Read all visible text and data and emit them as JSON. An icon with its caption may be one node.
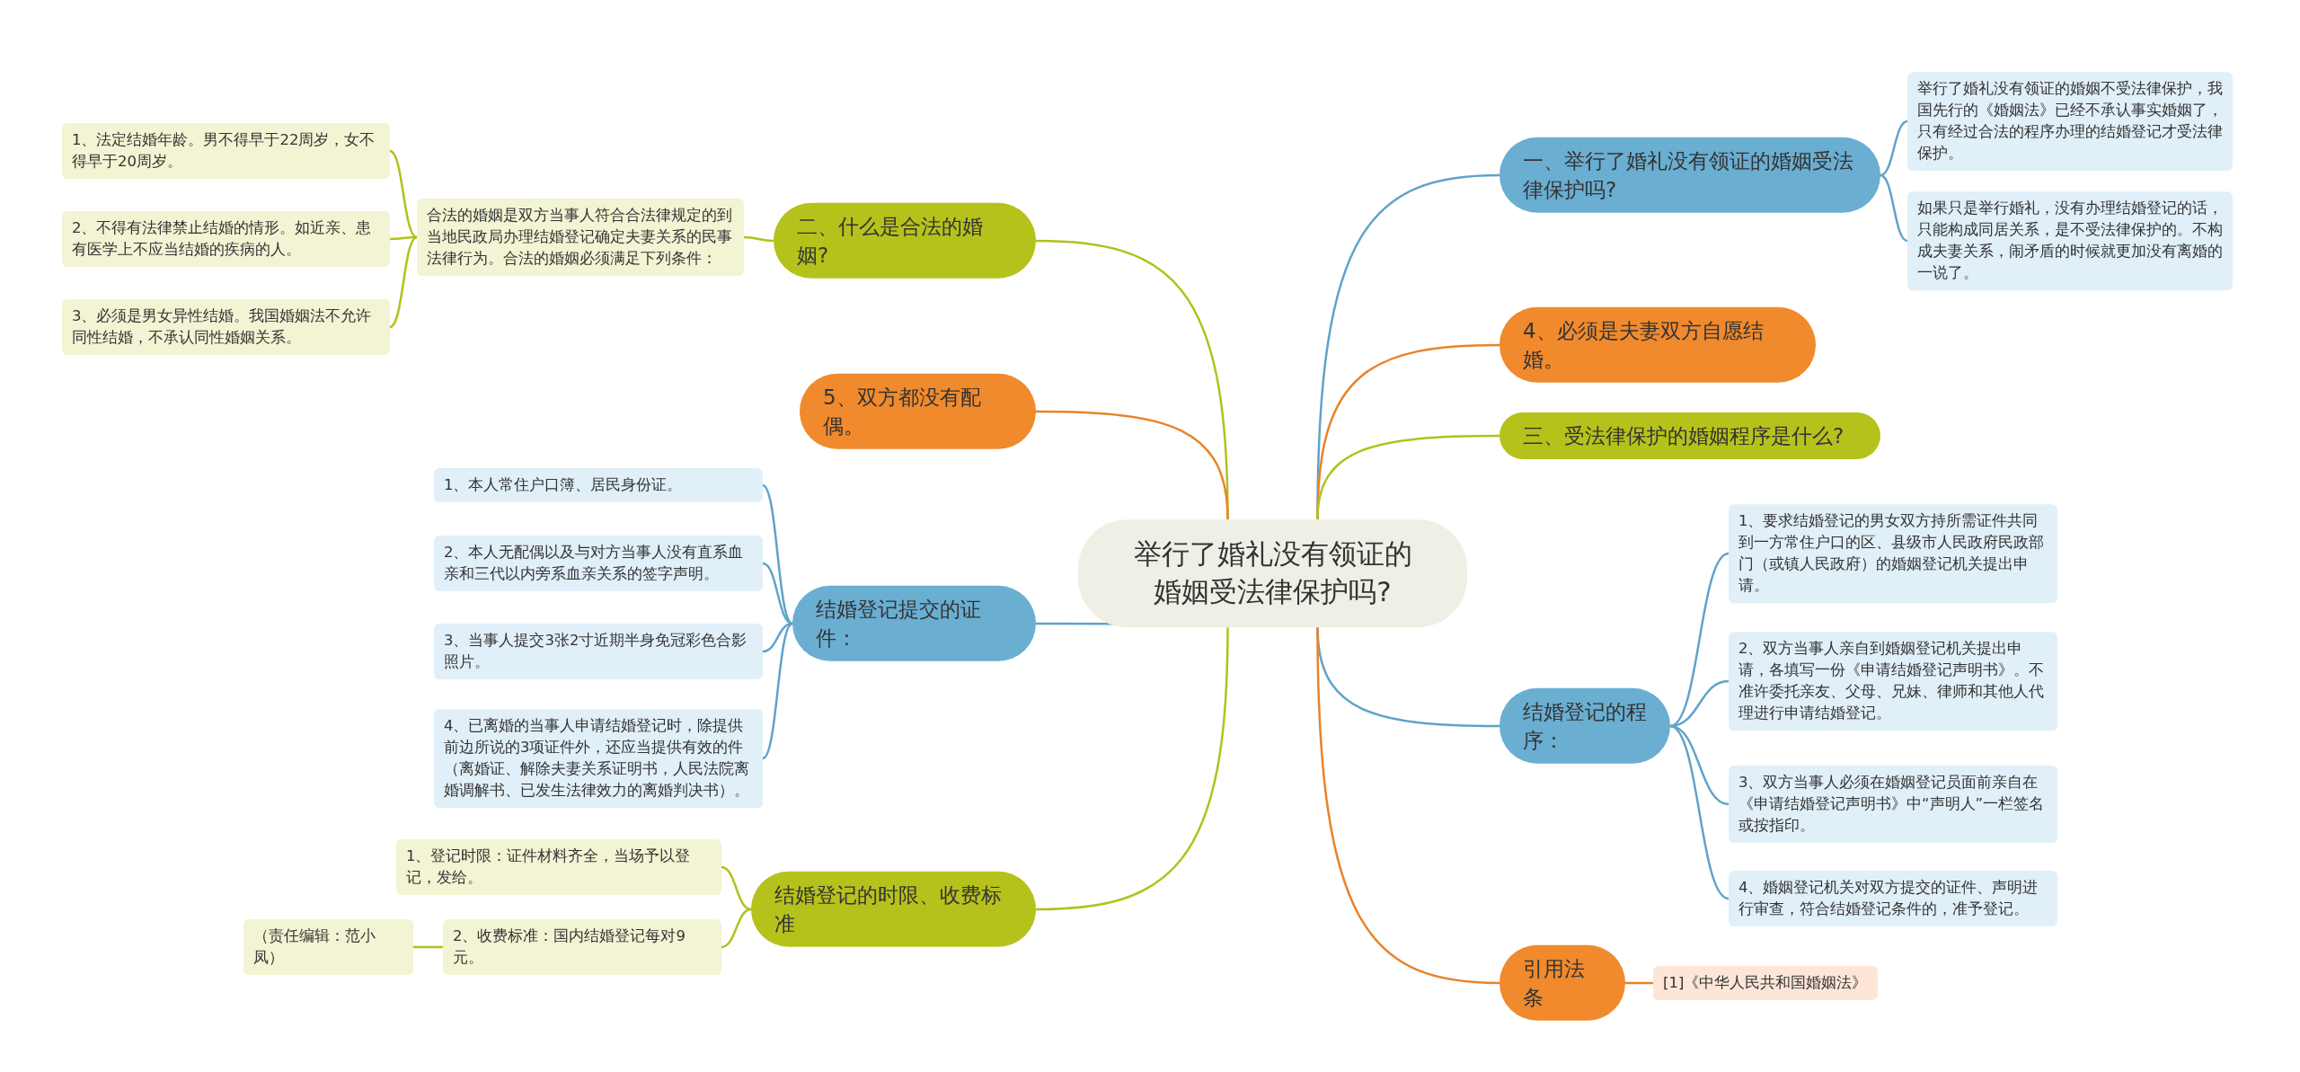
{
  "diagram": {
    "nodes": [
      {
        "text": [
          "举行了婚礼没有领证的婚姻受法律保护吗?"
        ]
      },
      {
        "text": [
          "一、举行了婚礼没有领证的婚姻受法律保护吗?"
        ]
      },
      {
        "text": [
          "举行了婚礼没有领证的婚姻不受法律保护，我国先行的《婚姻法》已经不承认事实婚姻了，只有经过合法的程序办理的结婚登记才受法律保护。"
        ]
      },
      {
        "text": [
          "如果只是举行婚礼，没有办理结婚登记的话，只能构成同居关系，是不受法律保护的。不构成夫妻关系，闹矛盾的时候就更加没有离婚的一说了。"
        ]
      },
      {
        "text": [
          "4、必须是夫妻双方自愿结婚。"
        ]
      },
      {
        "text": [
          "三、受法律保护的婚姻程序是什么?"
        ]
      },
      {
        "text": [
          "结婚登记的程序："
        ]
      },
      {
        "text": [
          "1、要求结婚登记的男女双方持所需证件共同到一方常住户口的区、县级市人民政府民政部门（或镇人民政府）的婚姻登记机关提出申请。"
        ]
      },
      {
        "text": [
          "2、双方当事人亲自到婚姻登记机关提出申请，各填写一份《申请结婚登记声明书》。不准许委托亲友、父母、兄妹、律师和其他人代理进行申请结婚登记。"
        ]
      },
      {
        "text": [
          "3、双方当事人必须在婚姻登记员面前亲自在《申请结婚登记声明书》中“声明人”一栏签名或按指印。"
        ]
      },
      {
        "text": [
          "4、婚姻登记机关对双方提交的证件、声明进行审查，符合结婚登记条件的，准予登记。"
        ]
      },
      {
        "text": [
          "引用法条"
        ]
      },
      {
        "text": [
          "[1]《中华人民共和国婚姻法》"
        ]
      },
      {
        "text": [
          "二、什么是合法的婚姻?"
        ]
      },
      {
        "text": [
          "合法的婚姻是双方当事人符合合法律规定的到当地民政局办理结婚登记确定夫妻关系的民事法律行为。合法的婚姻必须满足下列条件："
        ]
      },
      {
        "text": [
          "1、法定结婚年龄。男不得早于22周岁，女不得早于20周岁。"
        ]
      },
      {
        "text": [
          "2、不得有法律禁止结婚的情形。如近亲、患有医学上不应当结婚的疾病的人。"
        ]
      },
      {
        "text": [
          "3、必须是男女异性结婚。我国婚姻法不允许同性结婚，不承认同性婚姻关系。"
        ]
      },
      {
        "text": [
          "5、双方都没有配偶。"
        ]
      },
      {
        "text": [
          "结婚登记提交的证件："
        ]
      },
      {
        "text": [
          "1、本人常住户口簿、居民身份证。"
        ]
      },
      {
        "text": [
          "2、本人无配偶以及与对方当事人没有直系血亲和三代以内旁系血亲关系的签字声明。"
        ]
      },
      {
        "text": [
          "3、当事人提交3张2寸近期半身免冠彩色合影照片。"
        ]
      },
      {
        "text": [
          "4、已离婚的当事人申请结婚登记时，除提供前边所说的3项证件外，还应当提供有效的件（离婚证、解除夫妻关系证明书，人民法院离婚调解书、已发生法律效力的离婚判决书）。"
        ]
      },
      {
        "text": [
          "结婚登记的时限、收费标准"
        ]
      },
      {
        "text": [
          "1、登记时限：证件材料齐全，当场予以登记，发给。"
        ]
      },
      {
        "text": [
          "2、收费标准：国内结婚登记每对9元。"
        ]
      },
      {
        "text": [
          "（责任编辑：范小凤）"
        ]
      }
    ],
    "edges": [
      {
        "from": 0,
        "to": 1,
        "arrow": "none",
        "color": "#5fa3c9"
      },
      {
        "from": 1,
        "to": 2,
        "arrow": "none",
        "color": "#5fa3c9"
      },
      {
        "from": 1,
        "to": 3,
        "arrow": "none",
        "color": "#5fa3c9"
      },
      {
        "from": 0,
        "to": 4,
        "arrow": "none",
        "color": "#e8832a"
      },
      {
        "from": 0,
        "to": 5,
        "arrow": "none",
        "color": "#b3c11a"
      },
      {
        "from": 0,
        "to": 6,
        "arrow": "none",
        "color": "#5fa3c9"
      },
      {
        "from": 6,
        "to": 7,
        "arrow": "none",
        "color": "#5fa3c9"
      },
      {
        "from": 6,
        "to": 8,
        "arrow": "none",
        "color": "#5fa3c9"
      },
      {
        "from": 6,
        "to": 9,
        "arrow": "none",
        "color": "#5fa3c9"
      },
      {
        "from": 6,
        "to": 10,
        "arrow": "none",
        "color": "#5fa3c9"
      },
      {
        "from": 0,
        "to": 11,
        "arrow": "none",
        "color": "#e8832a"
      },
      {
        "from": 11,
        "to": 12,
        "arrow": "none",
        "color": "#e8832a"
      },
      {
        "from": 0,
        "to": 13,
        "arrow": "none",
        "color": "#b3c11a"
      },
      {
        "from": 13,
        "to": 14,
        "arrow": "none",
        "color": "#b3c11a"
      },
      {
        "from": 14,
        "to": 15,
        "arrow": "none",
        "color": "#b3c11a"
      },
      {
        "from": 14,
        "to": 16,
        "arrow": "none",
        "color": "#b3c11a"
      },
      {
        "from": 14,
        "to": 17,
        "arrow": "none",
        "color": "#b3c11a"
      },
      {
        "from": 0,
        "to": 18,
        "arrow": "none",
        "color": "#e8832a"
      },
      {
        "from": 0,
        "to": 19,
        "arrow": "none",
        "color": "#5fa3c9"
      },
      {
        "from": 19,
        "to": 20,
        "arrow": "none",
        "color": "#5fa3c9"
      },
      {
        "from": 19,
        "to": 21,
        "arrow": "none",
        "color": "#5fa3c9"
      },
      {
        "from": 19,
        "to": 22,
        "arrow": "none",
        "color": "#5fa3c9"
      },
      {
        "from": 19,
        "to": 23,
        "arrow": "none",
        "color": "#5fa3c9"
      },
      {
        "from": 0,
        "to": 24,
        "arrow": "none",
        "color": "#b3c11a"
      },
      {
        "from": 24,
        "to": 25,
        "arrow": "none",
        "color": "#b3c11a"
      },
      {
        "from": 24,
        "to": 26,
        "arrow": "none",
        "color": "#b3c11a"
      },
      {
        "from": 26,
        "to": 27,
        "arrow": "none",
        "color": "#b3c11a"
      }
    ]
  }
}
